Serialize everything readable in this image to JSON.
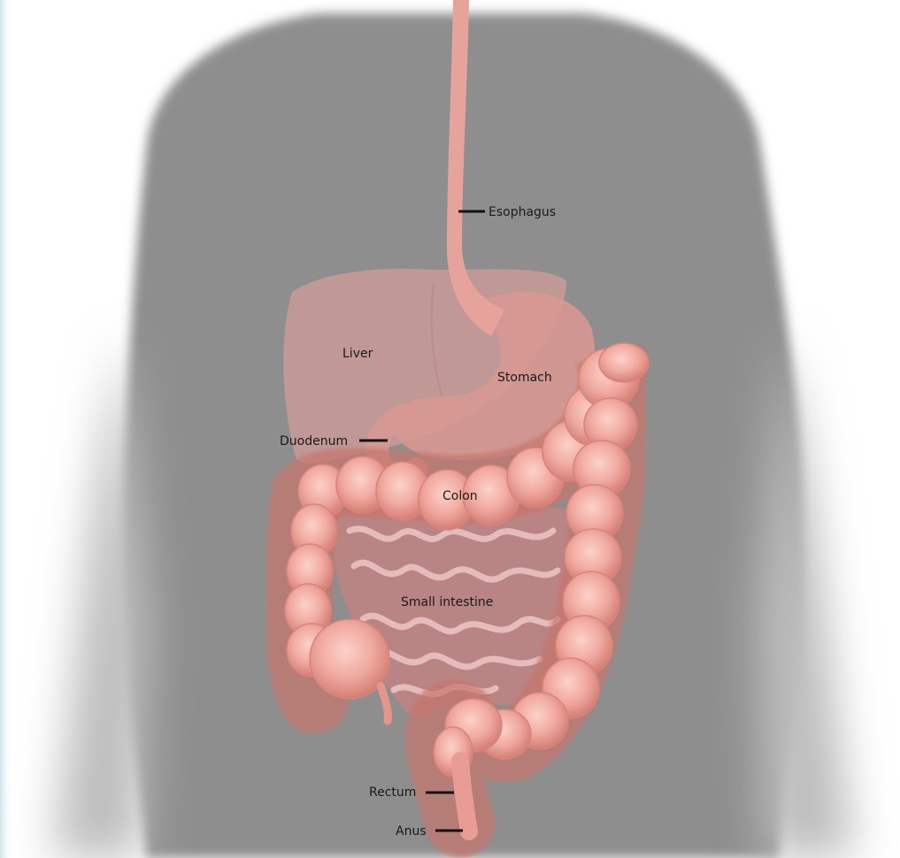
{
  "diagram": {
    "labels": {
      "esophagus": "Esophagus",
      "liver": "Liver",
      "stomach": "Stomach",
      "duodenum": "Duodenum",
      "colon": "Colon",
      "small_intestine": "Small intestine",
      "rectum": "Rectum",
      "anus": "Anus"
    },
    "colors": {
      "background": "#ffffff",
      "left_edge": "#d6e6ee",
      "body_silhouette": "#8e8e8e",
      "liver": "#c99a98",
      "stomach": "#d79892",
      "esophagus": "#e6a39b",
      "colon": "#f1aaa0",
      "colon_shadow": "#c8746c",
      "small_intestine": "#b98584",
      "small_intestine_folds": "#e9c3c2",
      "leader_line": "#111111"
    }
  }
}
